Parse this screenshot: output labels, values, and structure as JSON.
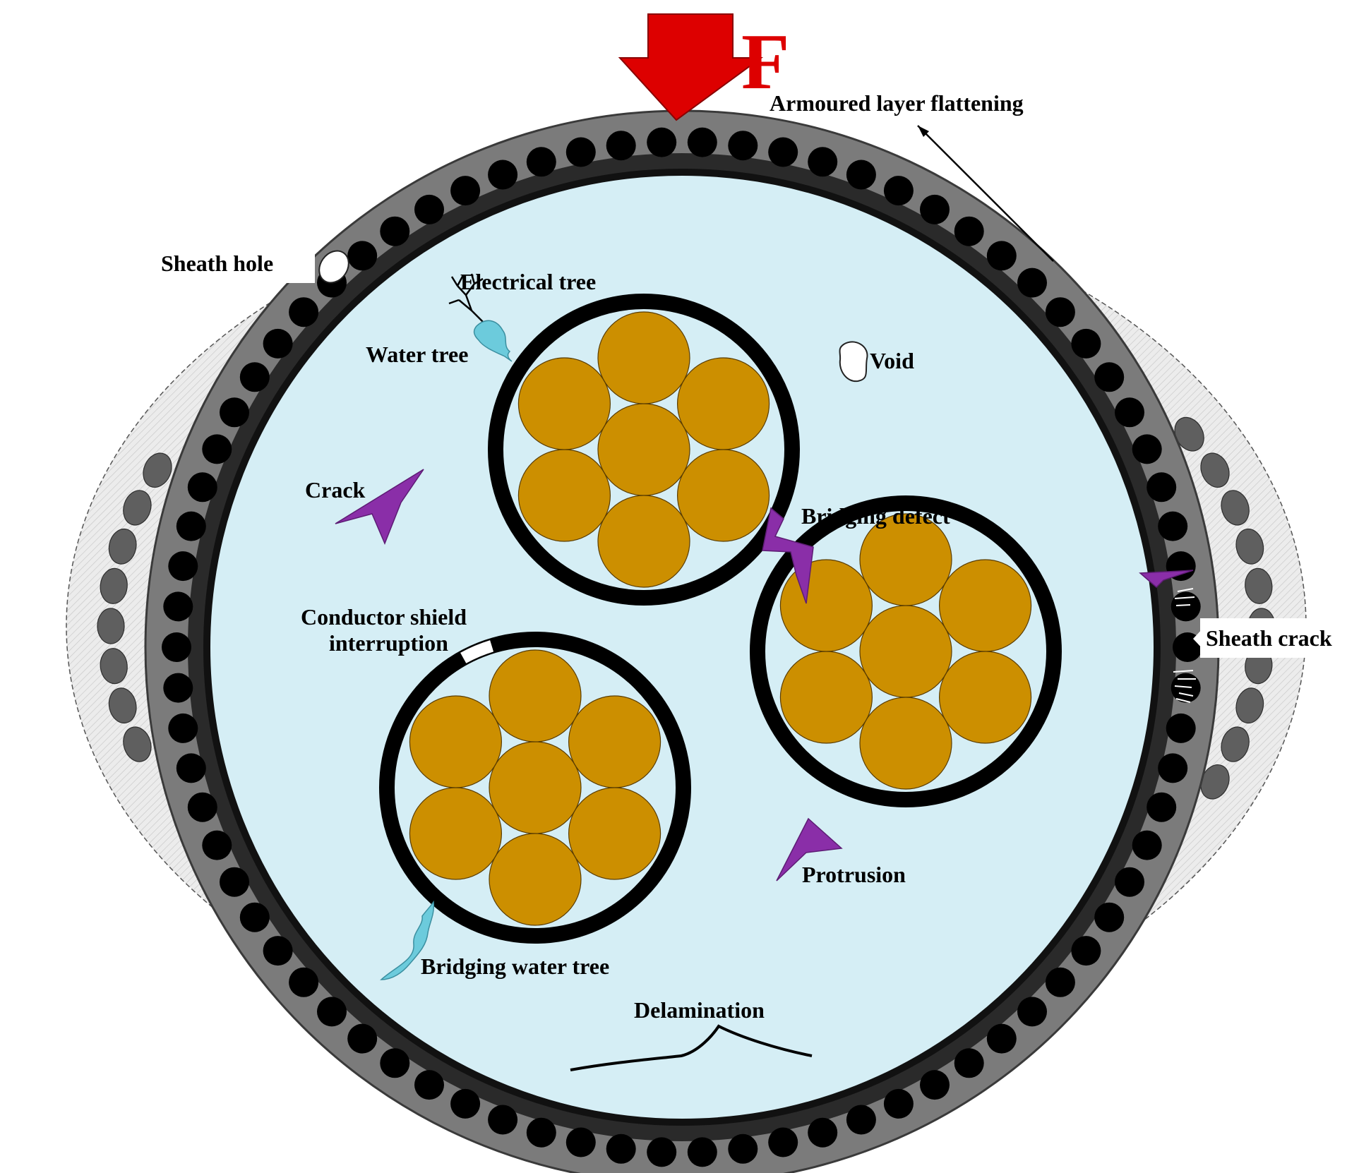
{
  "force_label": "F",
  "labels": {
    "armoured_layer_flattening": "Armoured layer flattening",
    "sheath_hole": "Sheath hole",
    "electrical_tree": "Electrical tree",
    "water_tree": "Water tree",
    "void": "Void",
    "crack": "Crack",
    "bridging_defect": "Bridging defect",
    "sheath_crack": "Sheath crack",
    "conductor_shield_line1": "Conductor shield",
    "conductor_shield_line2": "interruption",
    "protrusion": "Protrusion",
    "bridging_water_tree": "Bridging water tree",
    "delamination": "Delamination"
  },
  "colors": {
    "force_arrow": "#dd0000",
    "insulation": "#d5eef5",
    "sheath": "#7b7b7b",
    "armour_wire": "#000000",
    "strand": "#cc8f00",
    "defect": "#8a2ea8",
    "water_tree": "#6ccbdc",
    "outer_wire": "#5f5f5f",
    "outer_band": "#e6e6e6"
  }
}
